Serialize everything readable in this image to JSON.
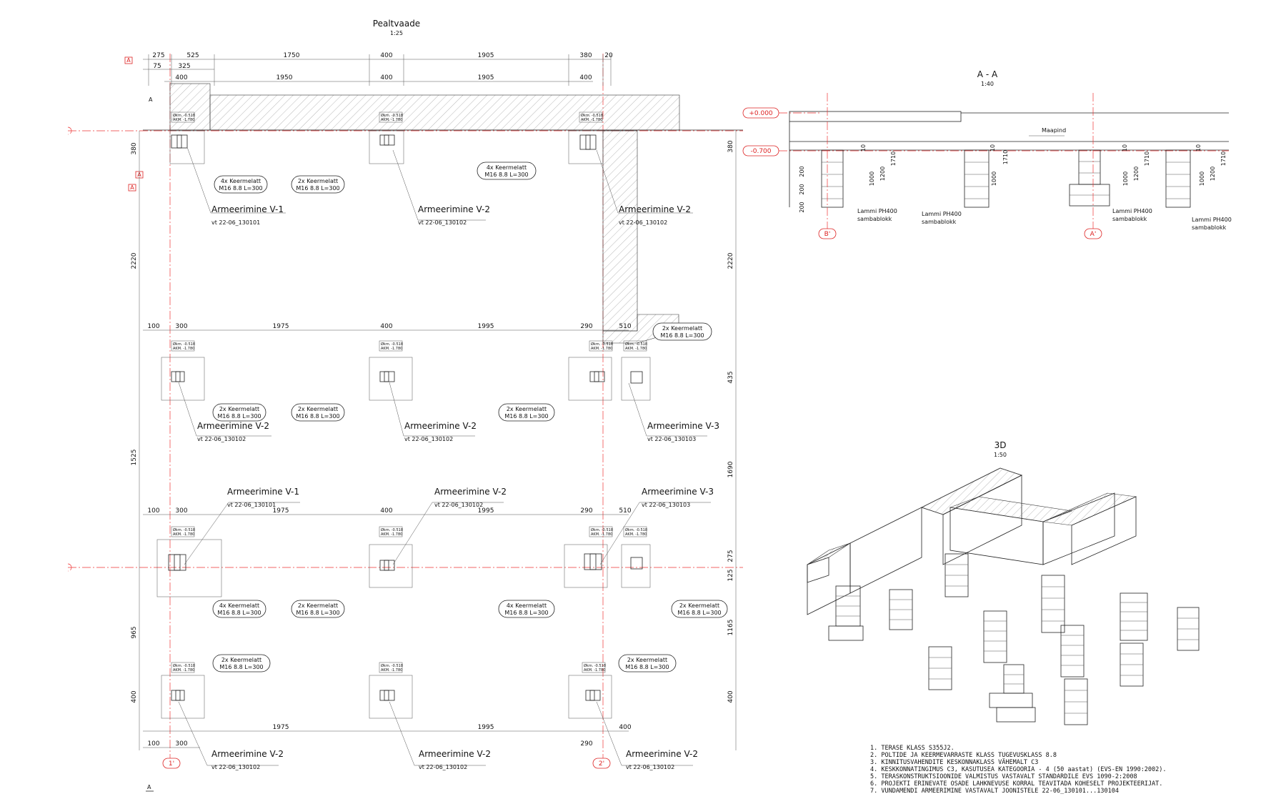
{
  "views": {
    "plan": {
      "title": "Pealtvaade",
      "scale": "1:25"
    },
    "section": {
      "title": "A - A",
      "scale": "1:40"
    },
    "iso": {
      "title": "3D",
      "scale": "1:50"
    }
  },
  "plan_top_dims_row1": [
    "275",
    "525",
    "1750",
    "400",
    "1905",
    "380",
    "20"
  ],
  "plan_top_dims_row2": [
    "75",
    "325"
  ],
  "plan_top_dims_row3": [
    "400",
    "1950",
    "400",
    "1905",
    "400"
  ],
  "plan_mid_dims": [
    "100",
    "300",
    "1975",
    "400",
    "1995",
    "290",
    "510"
  ],
  "plan_bottom_dims": [
    "100",
    "300",
    "1975",
    "1995",
    "290",
    "400"
  ],
  "plan_left_dims": [
    "380",
    "2220",
    "1525",
    "965",
    "400"
  ],
  "plan_right_dims": [
    "380",
    "2220",
    "435",
    "1690",
    "275",
    "125",
    "1165",
    "400"
  ],
  "section_markers": [
    "A",
    "A",
    "A",
    "A"
  ],
  "axis_markers": [
    "1'",
    "2'",
    "B'",
    "A'"
  ],
  "elevations": [
    "+0.000",
    "-0.700"
  ],
  "ground_label": "Maapind",
  "plate_tag": [
    "Økm. -0.518",
    "AKM. -1.780"
  ],
  "bolt_tags": [
    {
      "count": "4x Keermelatt",
      "spec": "M16 8.8  L=300"
    },
    {
      "count": "2x Keermelatt",
      "spec": "M16 8.8  L=300"
    },
    {
      "count": "4x Keermelatt",
      "spec": "M16 8.8  L=300"
    },
    {
      "count": "2x Keermelatt",
      "spec": "M16 8.8  L=300"
    },
    {
      "count": "2x Keermelatt",
      "spec": "M16 8.8  L=300"
    },
    {
      "count": "2x Keermelatt",
      "spec": "M16 8.8  L=300"
    },
    {
      "count": "2x Keermelatt",
      "spec": "M16 8.8  L=300"
    },
    {
      "count": "4x Keermelatt",
      "spec": "M16 8.8  L=300"
    },
    {
      "count": "2x Keermelatt",
      "spec": "M16 8.8  L=300"
    },
    {
      "count": "4x Keermelatt",
      "spec": "M16 8.8  L=300"
    },
    {
      "count": "2x Keermelatt",
      "spec": "M16 8.8  L=300"
    },
    {
      "count": "2x Keermelatt",
      "spec": "M16 8.8  L=300"
    },
    {
      "count": "2x Keermelatt",
      "spec": "M16 8.8  L=300"
    }
  ],
  "rebar_labels": [
    {
      "title": "Armeerimine V-1",
      "ref": "vt 22-06_130101"
    },
    {
      "title": "Armeerimine V-2",
      "ref": "vt 22-06_130102"
    },
    {
      "title": "Armeerimine V-2",
      "ref": "vt 22-06_130102"
    },
    {
      "title": "Armeerimine V-2",
      "ref": "vt 22-06_130102"
    },
    {
      "title": "Armeerimine V-2",
      "ref": "vt 22-06_130102"
    },
    {
      "title": "Armeerimine V-3",
      "ref": "vt 22-06_130103"
    },
    {
      "title": "Armeerimine V-1",
      "ref": "vt 22-06_130101"
    },
    {
      "title": "Armeerimine V-2",
      "ref": "vt 22-06_130102"
    },
    {
      "title": "Armeerimine V-3",
      "ref": "vt 22-06_130103"
    },
    {
      "title": "Armeerimine V-2",
      "ref": "vt 22-06_130102"
    },
    {
      "title": "Armeerimine V-2",
      "ref": "vt 22-06_130102"
    },
    {
      "title": "Armeerimine V-2",
      "ref": "vt 22-06_130102"
    }
  ],
  "section_block_labels": [
    {
      "l1": "Lammi PH400",
      "l2": "sambablokk"
    },
    {
      "l1": "Lammi PH400",
      "l2": "sambablokk"
    },
    {
      "l1": "Lammi PH400",
      "l2": "sambablokk"
    },
    {
      "l1": "Lammi PH400",
      "l2": "sambablokk"
    }
  ],
  "section_dims": [
    "10",
    "1000",
    "1200",
    "1710",
    "200",
    "200",
    "200"
  ],
  "notes": [
    "1. TERASE KLASS S355J2.",
    "2. POLTIDE JA KEERMEVARRASTE KLASS TUGEVUSKLASS 8.8",
    "3. KINNITUSVAHENDITE KESKONNAKLASS VÄHEMALT C3",
    "4. KESKKONNATINGIMUS C3, KASUTUSEA KATEGOORIA - 4 (50 aastat) (EVS-EN 1990:2002).",
    "5. TERASKONSTRUKTSIOONIDE VALMISTUS VASTAVALT STANDARDILE EVS 1090-2:2008",
    "6. PROJEKTI ERINEVATE OSADE LAHKNEVUSE KORRAL TEAVITADA KOHESELT PROJEKTEERIJAT.",
    "7. VUNDAMENDI ARMEERIMINE VASTAVALT JOONISTELE 22-06_130101...130104"
  ]
}
